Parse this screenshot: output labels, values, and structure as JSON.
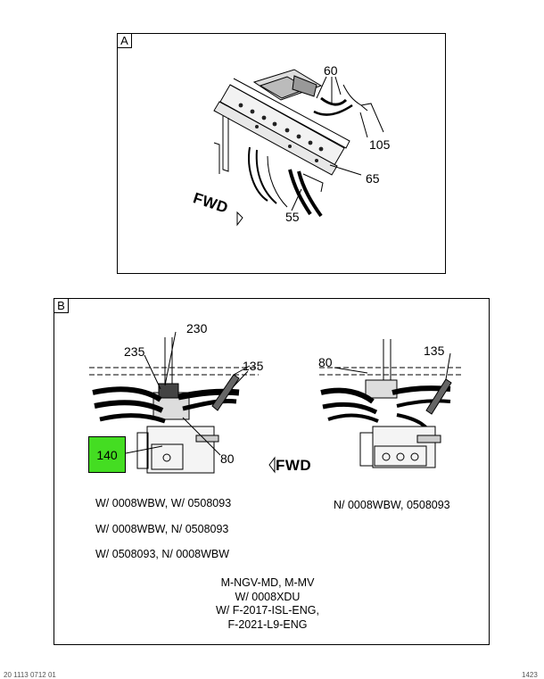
{
  "panel_a": {
    "label": "A",
    "callouts": [
      "60",
      "105",
      "65",
      "55"
    ],
    "fwd": "FWD"
  },
  "panel_b": {
    "label": "B",
    "left_callouts": [
      "230",
      "235",
      "135",
      "80"
    ],
    "highlight_callout": "140",
    "right_callouts": [
      "80",
      "135"
    ],
    "fwd": "FWD",
    "notes_left": [
      "W/ 0008WBW, W/ 0508093",
      "W/ 0008WBW, N/ 0508093",
      "W/ 0508093, N/ 0008WBW"
    ],
    "note_right": "N/ 0008WBW, 0508093",
    "center_notes": [
      "M-NGV-MD, M-MV",
      "W/ 0008XDU",
      "W/ F-2017-ISL-ENG,",
      "F-2021-L9-ENG"
    ],
    "highlight_color": "#44dd22"
  },
  "footer": {
    "left": "20 1113 0712 01",
    "right": "1423"
  }
}
